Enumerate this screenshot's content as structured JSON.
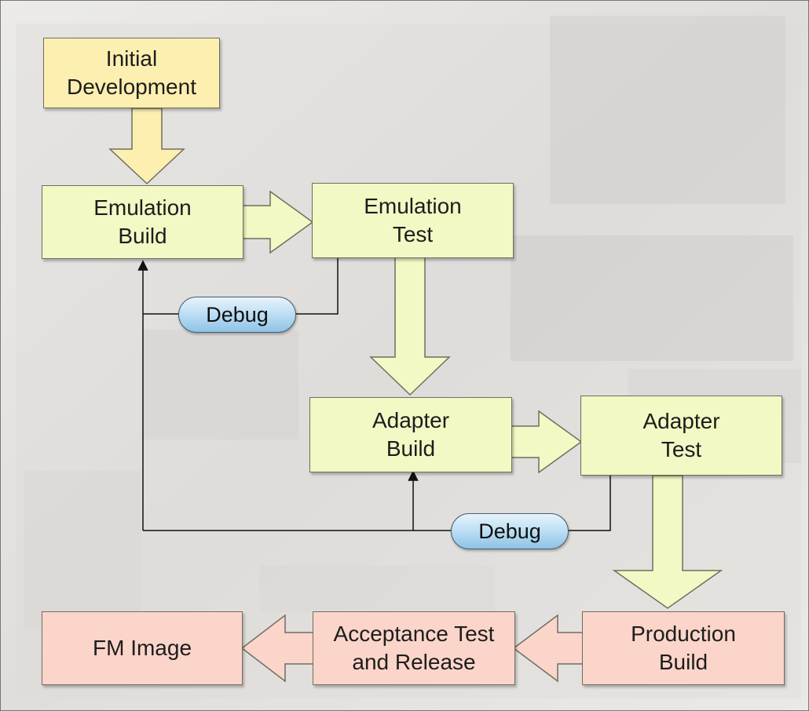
{
  "diagram": {
    "nodes": {
      "initial_development": "Initial\nDevelopment",
      "emulation_build": "Emulation\nBuild",
      "emulation_test": "Emulation\nTest",
      "adapter_build": "Adapter\nBuild",
      "adapter_test": "Adapter\nTest",
      "production_build": "Production\nBuild",
      "acceptance_test": "Acceptance Test\nand Release",
      "fm_image": "FM Image"
    },
    "debug_labels": {
      "emulation": "Debug",
      "adapter": "Debug"
    },
    "edges": [
      {
        "from": "Initial Development",
        "to": "Emulation Build"
      },
      {
        "from": "Emulation Build",
        "to": "Emulation Test"
      },
      {
        "from": "Emulation Test",
        "to": "Adapter Build"
      },
      {
        "from": "Emulation Test",
        "to": "Emulation Build",
        "label": "Debug"
      },
      {
        "from": "Adapter Build",
        "to": "Adapter Test"
      },
      {
        "from": "Adapter Test",
        "to": "Adapter Build",
        "label": "Debug"
      },
      {
        "from": "Adapter Test",
        "to": "Emulation Build",
        "label": "Debug"
      },
      {
        "from": "Adapter Test",
        "to": "Production Build"
      },
      {
        "from": "Production Build",
        "to": "Acceptance Test and Release"
      },
      {
        "from": "Acceptance Test and Release",
        "to": "FM Image"
      }
    ],
    "colors": {
      "initial": "#fdefb0",
      "build_test": "#f3f8c4",
      "release": "#fbd5c9",
      "arrow_yellow": "#fdefb0",
      "arrow_lime": "#f3f8c4",
      "arrow_pink": "#fbd5c9",
      "debug_pill": "#bfe0f4"
    }
  }
}
